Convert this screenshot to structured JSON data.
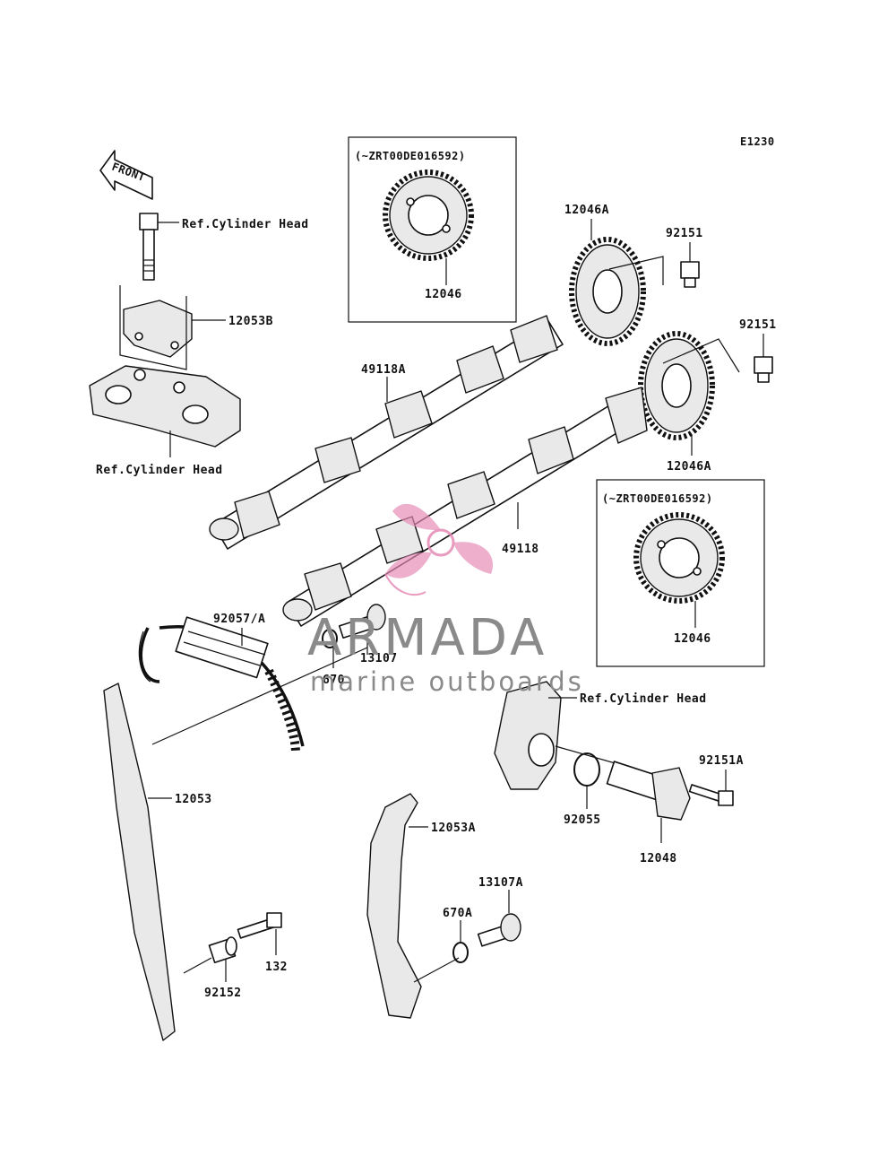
{
  "diagram": {
    "code": "E1230",
    "front_label": "FRONT",
    "variant_box_label": "(~ZRT00DE016592)",
    "labels": {
      "ref_head_1": "Ref.Cylinder Head",
      "ref_head_2": "Ref.Cylinder Head",
      "ref_head_3": "Ref.Cylinder Head",
      "p12053B": "12053B",
      "p12046_top": "12046",
      "p12046A_top": "12046A",
      "p92151_top": "92151",
      "p92151_mid": "92151",
      "p49118A": "49118A",
      "p12046A_mid": "12046A",
      "p49118": "49118",
      "p12046_right": "12046",
      "p92057A": "92057/A",
      "p670": "670",
      "p13107": "13107",
      "p92151A": "92151A",
      "p12053": "12053",
      "p12053A": "12053A",
      "p92055": "92055",
      "p12048": "12048",
      "p13107A": "13107A",
      "p670A": "670A",
      "p132": "132",
      "p92152": "92152"
    }
  },
  "watermark": {
    "brand": "ARMADA",
    "tagline": "marine outboards",
    "accent_color": "#e58ab4",
    "text_color": "#8a8a8a"
  }
}
